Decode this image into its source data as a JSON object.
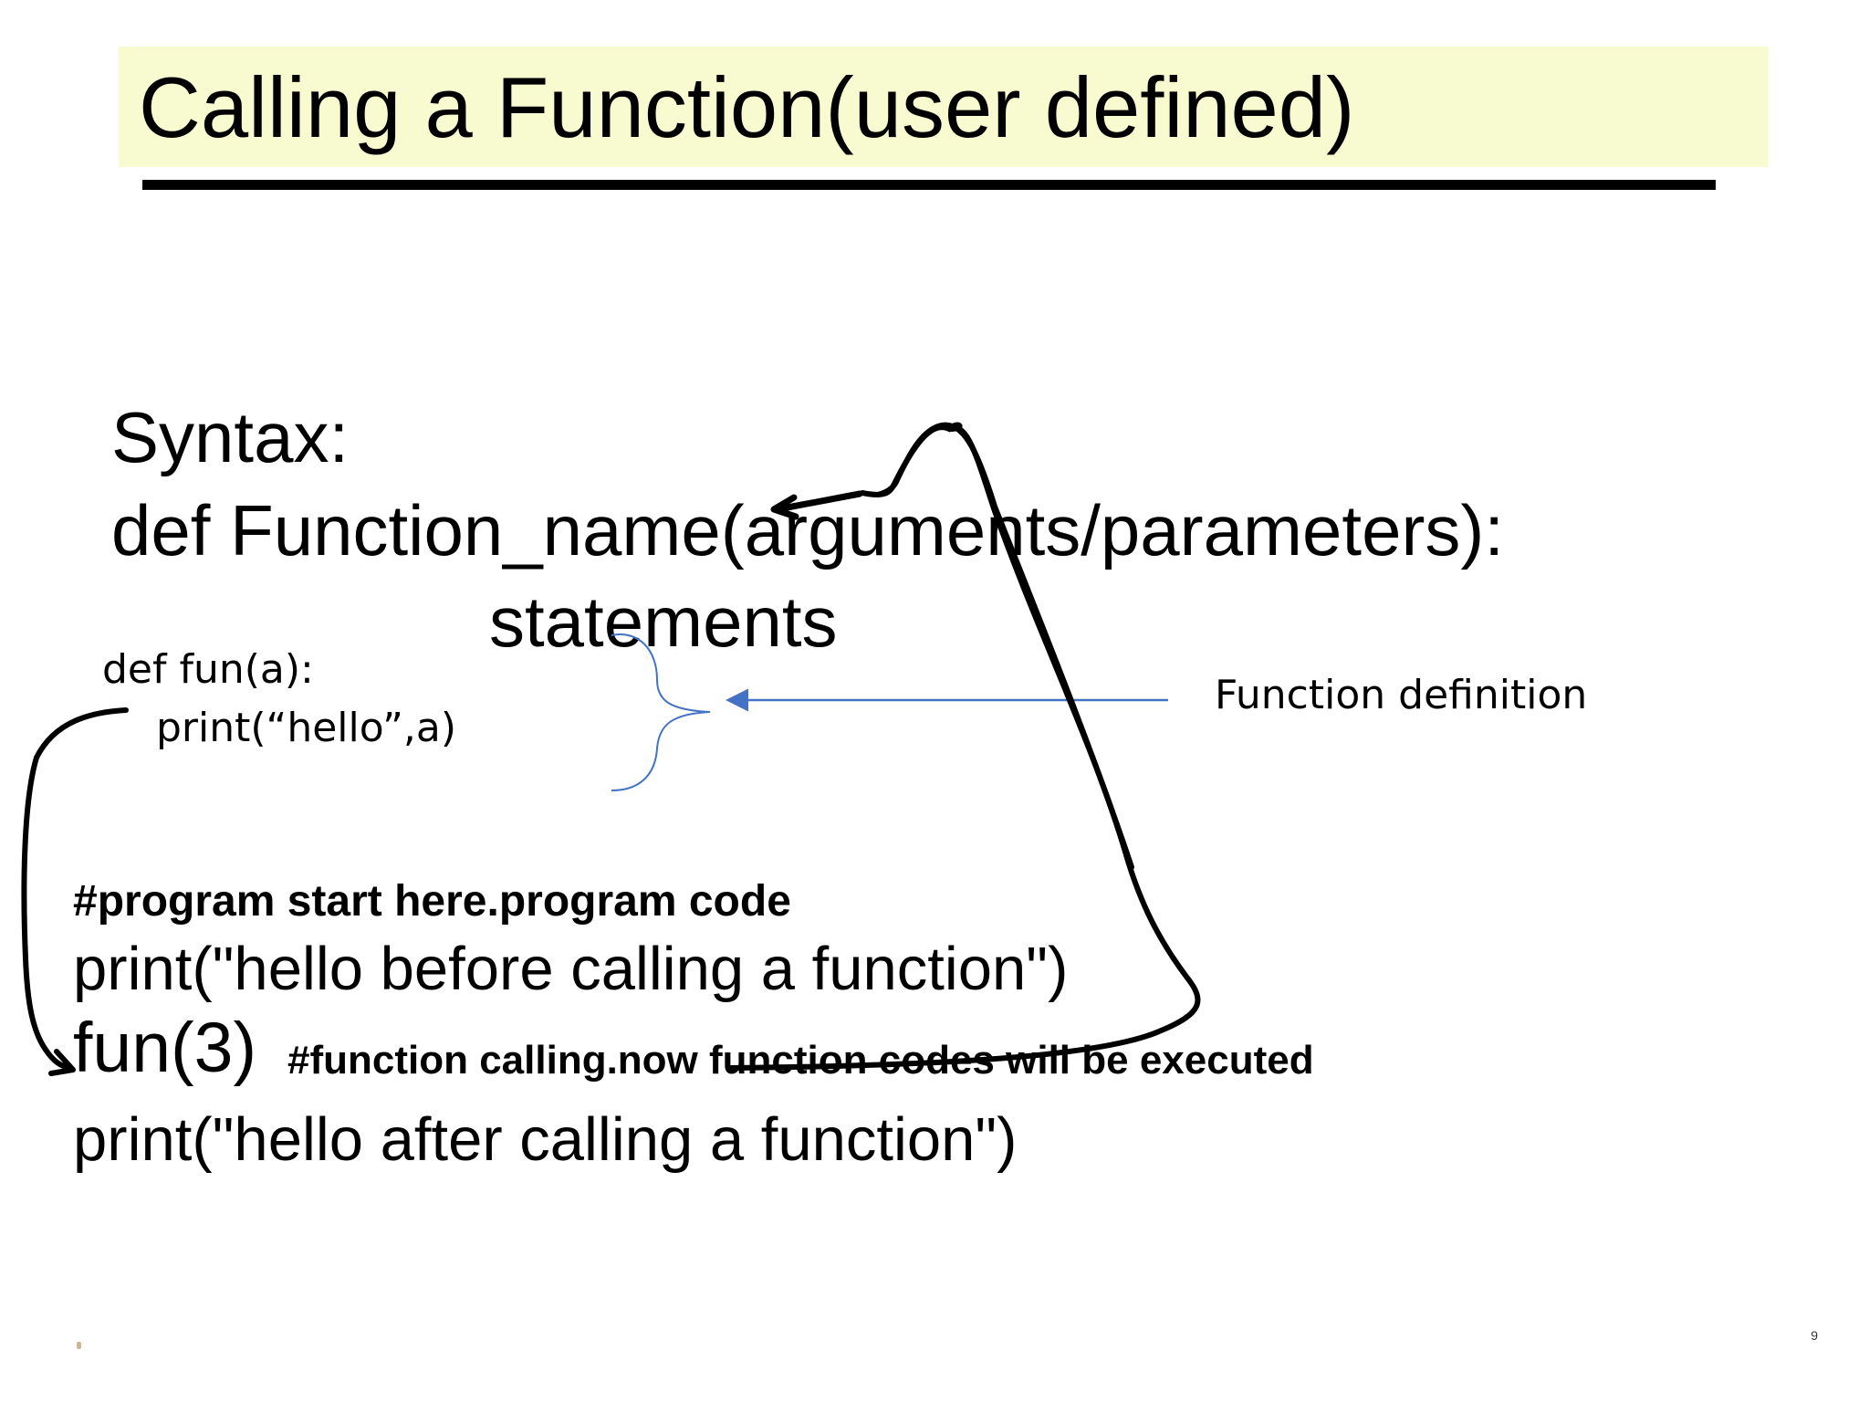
{
  "slide": {
    "title": "Calling a Function(user defined)",
    "page_number": "9"
  },
  "syntax": {
    "label": "Syntax:",
    "def_line": "def Function_name(arguments/parameters):",
    "statements": "statements"
  },
  "example": {
    "def_line": "def fun(a):",
    "body_line": "print(“hello”,a)"
  },
  "annotation": {
    "label": "Function definition"
  },
  "program": {
    "comment": "#program start here.program code",
    "print_before": "print(\"hello before calling a function\")",
    "call": "fun(3)",
    "call_comment": "#function calling.now function codes will be executed",
    "print_after": "print(\"hello after calling a function\")"
  },
  "colors": {
    "title_band": "#f8fad0",
    "brace_arrow": "#4472c4",
    "ink": "#000000"
  }
}
